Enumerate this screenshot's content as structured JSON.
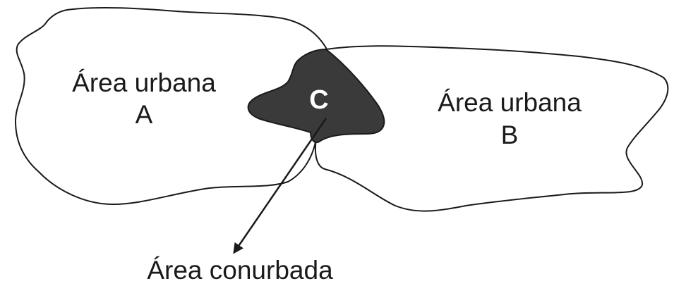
{
  "regions": {
    "a": {
      "line1": "Área urbana",
      "line2": "A"
    },
    "b": {
      "line1": "Área urbana",
      "line2": "B"
    },
    "c": {
      "label": "C"
    }
  },
  "caption": "Área conurbada",
  "colors": {
    "outline": "#1a1a1a",
    "overlap_fill": "#3a3a3a",
    "background": "#ffffff"
  }
}
